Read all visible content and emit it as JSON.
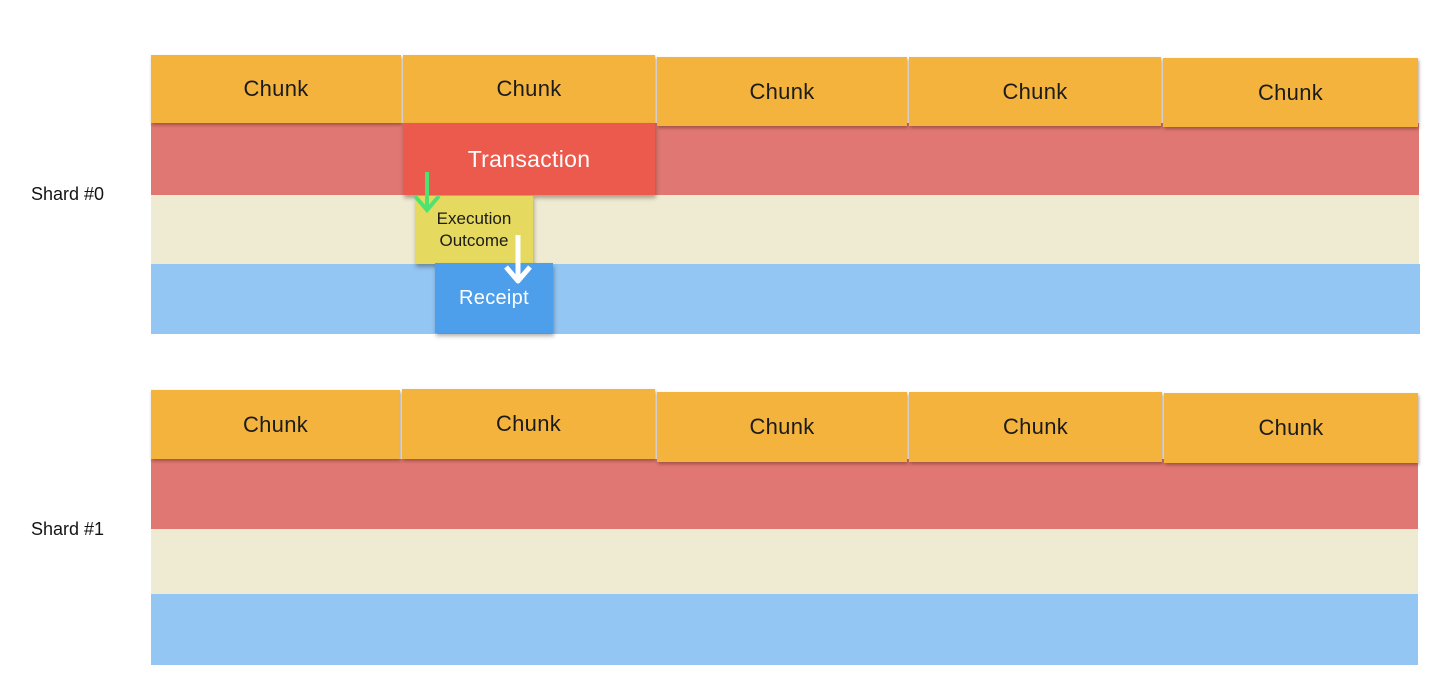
{
  "shards": [
    {
      "label": "Shard #0",
      "chunks": [
        "Chunk",
        "Chunk",
        "Chunk",
        "Chunk",
        "Chunk"
      ]
    },
    {
      "label": "Shard #1",
      "chunks": [
        "Chunk",
        "Chunk",
        "Chunk",
        "Chunk",
        "Chunk"
      ]
    }
  ],
  "overlays": {
    "transaction_label": "Transaction",
    "execution_outcome_line1": "Execution",
    "execution_outcome_line2": "Outcome",
    "receipt_label": "Receipt"
  },
  "colors": {
    "chunk_orange": "#f4b33c",
    "band_red": "#e07772",
    "band_cream": "#efebd2",
    "band_blue": "#93c6f3",
    "transaction_red": "#ec594d",
    "outcome_yellow": "#e5d95f",
    "receipt_blue": "#4d9fec",
    "arrow_green": "#4de371",
    "arrow_white": "#ffffff"
  }
}
